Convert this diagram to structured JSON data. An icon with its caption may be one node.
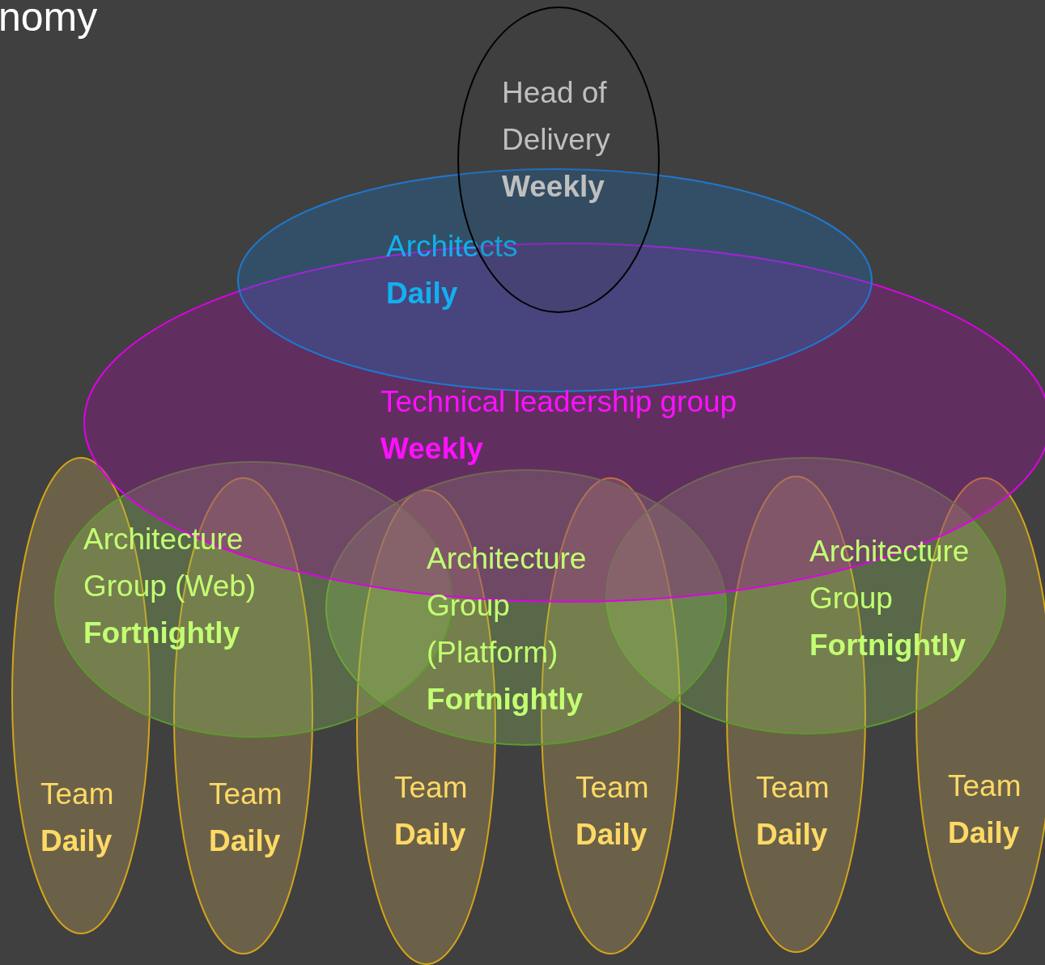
{
  "diagram": {
    "title": "nomy",
    "nodes": [
      {
        "text": [
          "Head of Delivery",
          "Weekly"
        ]
      },
      {
        "text": [
          "Architects",
          "Daily"
        ]
      },
      {
        "text": [
          "Technical leadership group",
          "Weekly"
        ]
      },
      {
        "text": [
          "Architecture Group (Web)",
          "Fortnightly"
        ]
      },
      {
        "text": [
          "Architecture Group (Platform)",
          "Fortnightly"
        ]
      },
      {
        "text": [
          "Architecture Group",
          "Fortnightly"
        ]
      },
      {
        "text": [
          "Team",
          "Daily"
        ]
      },
      {
        "text": [
          "Team",
          "Daily"
        ]
      },
      {
        "text": [
          "Team",
          "Daily"
        ]
      },
      {
        "text": [
          "Team",
          "Daily"
        ]
      },
      {
        "text": [
          "Team",
          "Daily"
        ]
      },
      {
        "text": [
          "Team",
          "Daily"
        ]
      }
    ]
  }
}
